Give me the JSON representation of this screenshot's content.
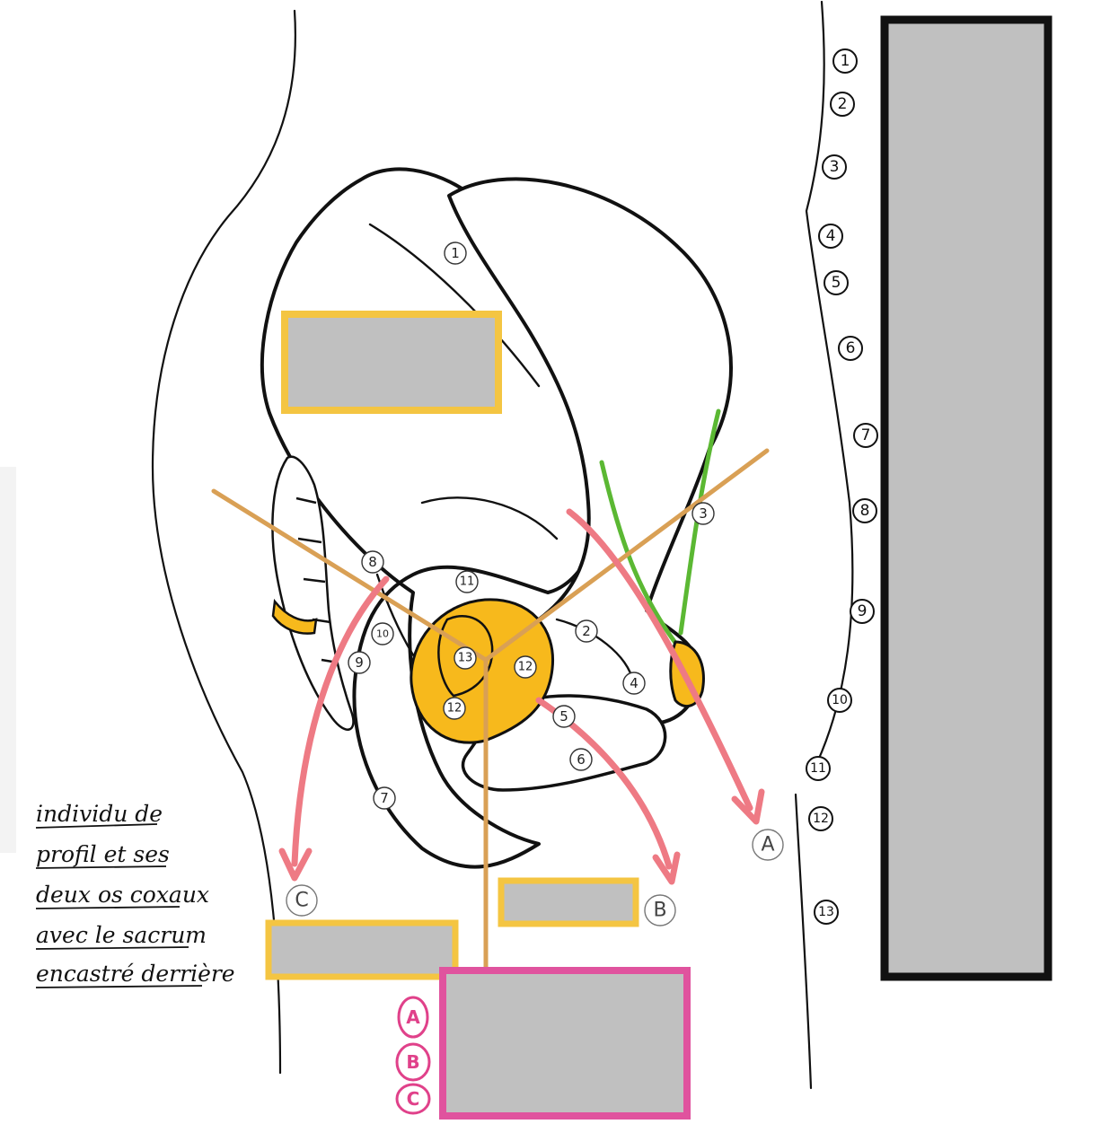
{
  "colors": {
    "outline": "#111111",
    "bone_fill": "#ffffff",
    "sacrum_yellow": "#f7b91c",
    "axis_orange": "#d9a055",
    "arrow_red": "#ee7a84",
    "ligament_green": "#5bb833",
    "label_box_border": "#f4c542",
    "legend_box_border": "#e0539e",
    "side_panel_border": "#111111",
    "placeholder_gray": "#c0c0c0"
  },
  "caption_lines": [
    "individu de",
    "profil et ses",
    "deux os coxaux",
    "avec le sacrum",
    "encastré derrière"
  ],
  "bone_numbers": [
    "1",
    "2",
    "3",
    "4",
    "5",
    "6",
    "7",
    "8",
    "9",
    "10",
    "11",
    "12",
    "12",
    "13"
  ],
  "side_numbers": [
    "1",
    "2",
    "3",
    "4",
    "5",
    "6",
    "7",
    "8",
    "9",
    "10",
    "11",
    "12",
    "13"
  ],
  "arrow_letters": {
    "a": "A",
    "b": "B",
    "c": "C"
  },
  "legend_letters": [
    "A",
    "B",
    "C"
  ],
  "label_boxes": {
    "upper": "",
    "middle": "",
    "lower_left": "",
    "legend": "",
    "side_panel": ""
  }
}
